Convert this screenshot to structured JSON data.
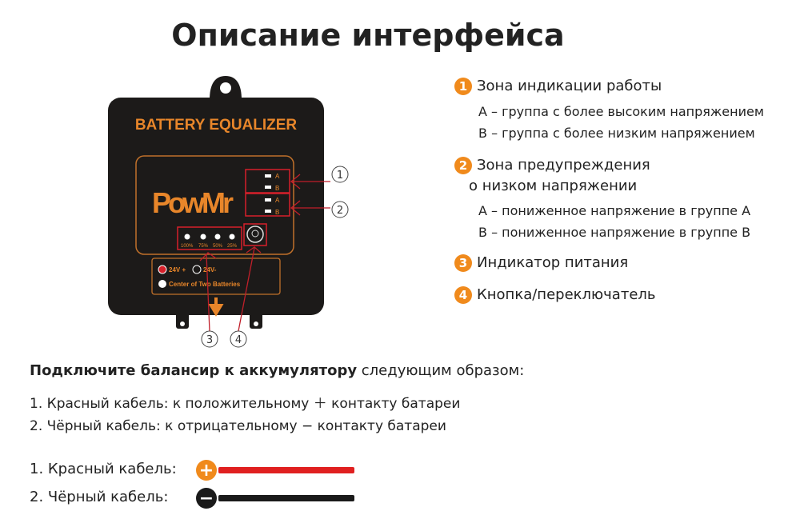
{
  "title": "Описание интерфейса",
  "device": {
    "name": "BATTERY EQUALIZER",
    "brand": "PowMr",
    "led_labels": [
      "A",
      "B",
      "A",
      "B"
    ],
    "levels": [
      "100%",
      "75%",
      "50%",
      "25%"
    ],
    "terminals": {
      "pos": "24V +",
      "neg": "24V-",
      "center": "Center of Two Batteries"
    },
    "callouts": [
      "1",
      "2",
      "3",
      "4"
    ]
  },
  "legend": [
    {
      "num": "1",
      "title": "Зона индикации работы",
      "lines": [
        "A – группа с более высоким напряжением",
        "B – группа с более низким напряжением"
      ]
    },
    {
      "num": "2",
      "title": "Зона предупреждения",
      "title2": "о низком напряжении",
      "lines": [
        "A – пониженное напряжение в группе A",
        "B – пониженное напряжение в группе B"
      ]
    },
    {
      "num": "3",
      "title": "Индикатор питания"
    },
    {
      "num": "4",
      "title": "Кнопка/переключатель"
    }
  ],
  "connect": {
    "heading_bold": "Подключите балансир к аккумулятору",
    "heading_rest": " следующим образом:",
    "line1": "1. Красный кабель: к положительному ＋ контакту батареи",
    "line2": "2. Чёрный кабель:  к отрицательному − контакту батареи"
  },
  "cables": [
    {
      "label": "1. Красный кабель:",
      "symbol": "+",
      "color": "#e02020",
      "symbol_color": "#f08a1c"
    },
    {
      "label": "2. Чёрный кабель:",
      "symbol": "−",
      "color": "#1a1a1a",
      "symbol_color": "#1a1a1a"
    }
  ],
  "colors": {
    "orange": "#e8862a",
    "red": "#d6202a",
    "body": "#1c1a19"
  }
}
